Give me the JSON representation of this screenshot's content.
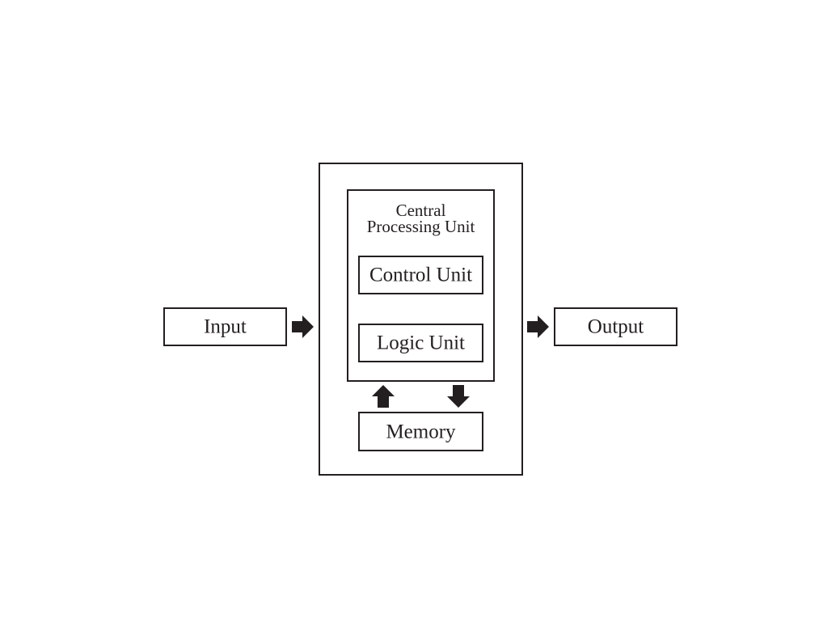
{
  "diagram": {
    "nodes": {
      "input": "Input",
      "output": "Output",
      "cpu_title_line1": "Central",
      "cpu_title_line2": "Processing Unit",
      "control_unit": "Control Unit",
      "logic_unit": "Logic Unit",
      "memory": "Memory"
    },
    "edges": [
      {
        "from": "input",
        "to": "cpu",
        "direction": "right"
      },
      {
        "from": "cpu",
        "to": "output",
        "direction": "right"
      },
      {
        "from": "memory",
        "to": "cpu",
        "direction": "up"
      },
      {
        "from": "cpu",
        "to": "memory",
        "direction": "down"
      }
    ],
    "colors": {
      "stroke": "#231f20",
      "background": "#ffffff"
    }
  }
}
